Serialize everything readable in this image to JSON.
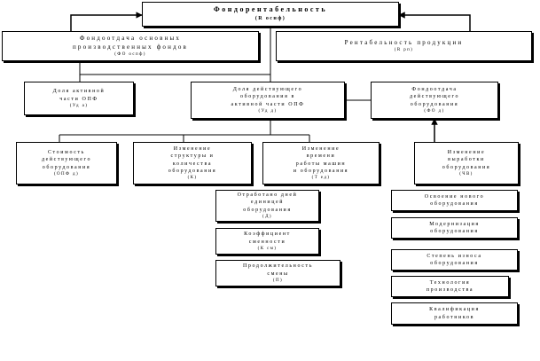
{
  "root": {
    "title": "Фондорентабельность",
    "code": "(R оснф)"
  },
  "level1": {
    "left": {
      "title": "Фондоотдача основных\nпроизводственных фондов",
      "code": "(ФО оспф)"
    },
    "right": {
      "title": "Рентабельность продукции",
      "code": "(R рп)"
    }
  },
  "level2": {
    "share_active": {
      "title": "Доля активной\nчасти ОПФ",
      "code": "(Уд а)"
    },
    "share_operating": {
      "title": "Доля действующего\nоборудования в\nактивной части ОПФ",
      "code": "(Уд д)"
    },
    "fo_operating": {
      "title": "Фондоотдача\nдействующего\nоборудования",
      "code": "(ФО д)"
    }
  },
  "level3": {
    "cost": {
      "title": "Стоимость\nдействующего\nоборудования",
      "code": "(ОПФ д)"
    },
    "structure": {
      "title": "Изменение\nструктуры и\nколичества\nоборудования",
      "code": "(К)"
    },
    "time": {
      "title": "Изменение\nвремени\nработы машин\nи оборудования",
      "code": "(Т ед)"
    },
    "hour_output": {
      "title": "Изменение\nвыработки\nоборудования",
      "code": "(ЧВ)"
    }
  },
  "time_factors": [
    {
      "title": "Отработано дней\nединицей\nоборудования",
      "code": "(Д)"
    },
    {
      "title": "Коэффициент\nсменности",
      "code": "(К см)"
    },
    {
      "title": "Продолжительность\nсмены",
      "code": "(П)"
    }
  ],
  "output_factors": [
    {
      "title": "Освоение нового\nоборудования"
    },
    {
      "title": "Модернизация\nоборудования"
    },
    {
      "title": "Степень износа\nоборудования"
    },
    {
      "title": "Технология\nпроизводства"
    },
    {
      "title": "Квалификация\nработников"
    }
  ]
}
